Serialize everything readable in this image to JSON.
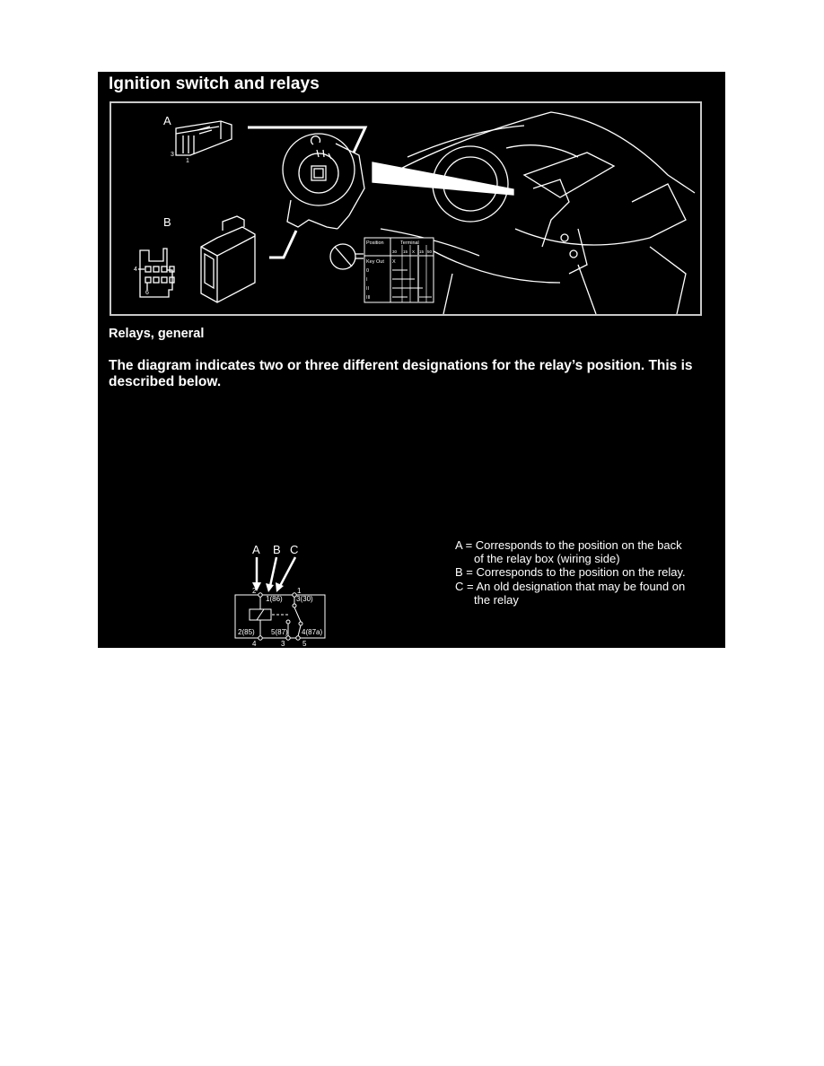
{
  "page": {
    "title": "Ignition switch and relays",
    "subheading": "Relays, general",
    "paragraph": "The diagram indicates two or three different designations for the relay’s position. This is described below."
  },
  "illustration": {
    "connector_a_label": "A",
    "connector_a_pins": [
      "3",
      "1"
    ],
    "connector_b_label": "B",
    "connector_b_pins": [
      "4",
      "6"
    ],
    "position_table": {
      "headers": [
        "Position",
        "Terminal"
      ],
      "terminal_columns": [
        "30",
        "15",
        "X",
        "15",
        "50"
      ],
      "rows": [
        {
          "position": "Key Out",
          "marks": "X"
        },
        {
          "position": "0",
          "marks": "X-X"
        },
        {
          "position": "I",
          "marks": "X-X-X"
        },
        {
          "position": "II",
          "marks": "X-X-X-X"
        },
        {
          "position": "III",
          "marks": "X-X--X-X"
        }
      ]
    }
  },
  "relay_diagram": {
    "arrow_labels": [
      "A",
      "B",
      "C"
    ],
    "pins": {
      "top_left_a": "2",
      "top_left_bc": "1(86)",
      "top_right_a": "1",
      "top_right_bc": "3(30)",
      "bottom_1_bc": "2(85)",
      "bottom_1_a": "4",
      "bottom_2_bc": "5(87)",
      "bottom_2_a": "3",
      "bottom_3_bc": "4(87a)",
      "bottom_3_a": "5"
    }
  },
  "legend": {
    "a_line1": "A = Corresponds to the position on the back",
    "a_line2": "of the relay box (wiring side)",
    "b_line1": "B = Corresponds to the position on the relay.",
    "c_line1": "C = An old designation that may be found on",
    "c_line2": "the relay"
  }
}
